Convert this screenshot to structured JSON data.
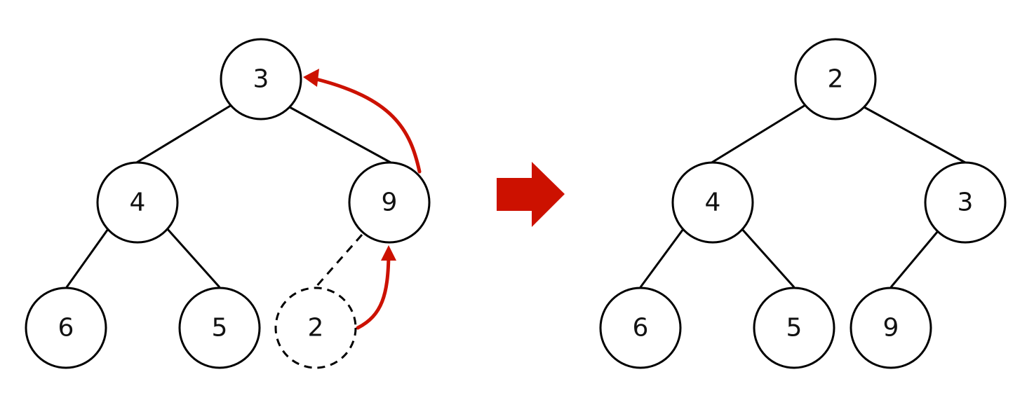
{
  "colors": {
    "accent": "#cc1100",
    "stroke": "#000000",
    "node_fill": "#ffffff"
  },
  "before": {
    "nodes": [
      {
        "id": "b-root",
        "label": "3"
      },
      {
        "id": "b-left",
        "label": "4"
      },
      {
        "id": "b-right",
        "label": "9"
      },
      {
        "id": "b-left-left",
        "label": "6"
      },
      {
        "id": "b-left-right",
        "label": "5"
      },
      {
        "id": "b-right-left",
        "label": "2",
        "style": "dashed"
      }
    ]
  },
  "after": {
    "nodes": [
      {
        "id": "a-root",
        "label": "2"
      },
      {
        "id": "a-left",
        "label": "4"
      },
      {
        "id": "a-right",
        "label": "3"
      },
      {
        "id": "a-left-left",
        "label": "6"
      },
      {
        "id": "a-left-right",
        "label": "5"
      },
      {
        "id": "a-right-left",
        "label": "9"
      }
    ]
  },
  "icons": {
    "transition": "right-arrow-icon"
  }
}
